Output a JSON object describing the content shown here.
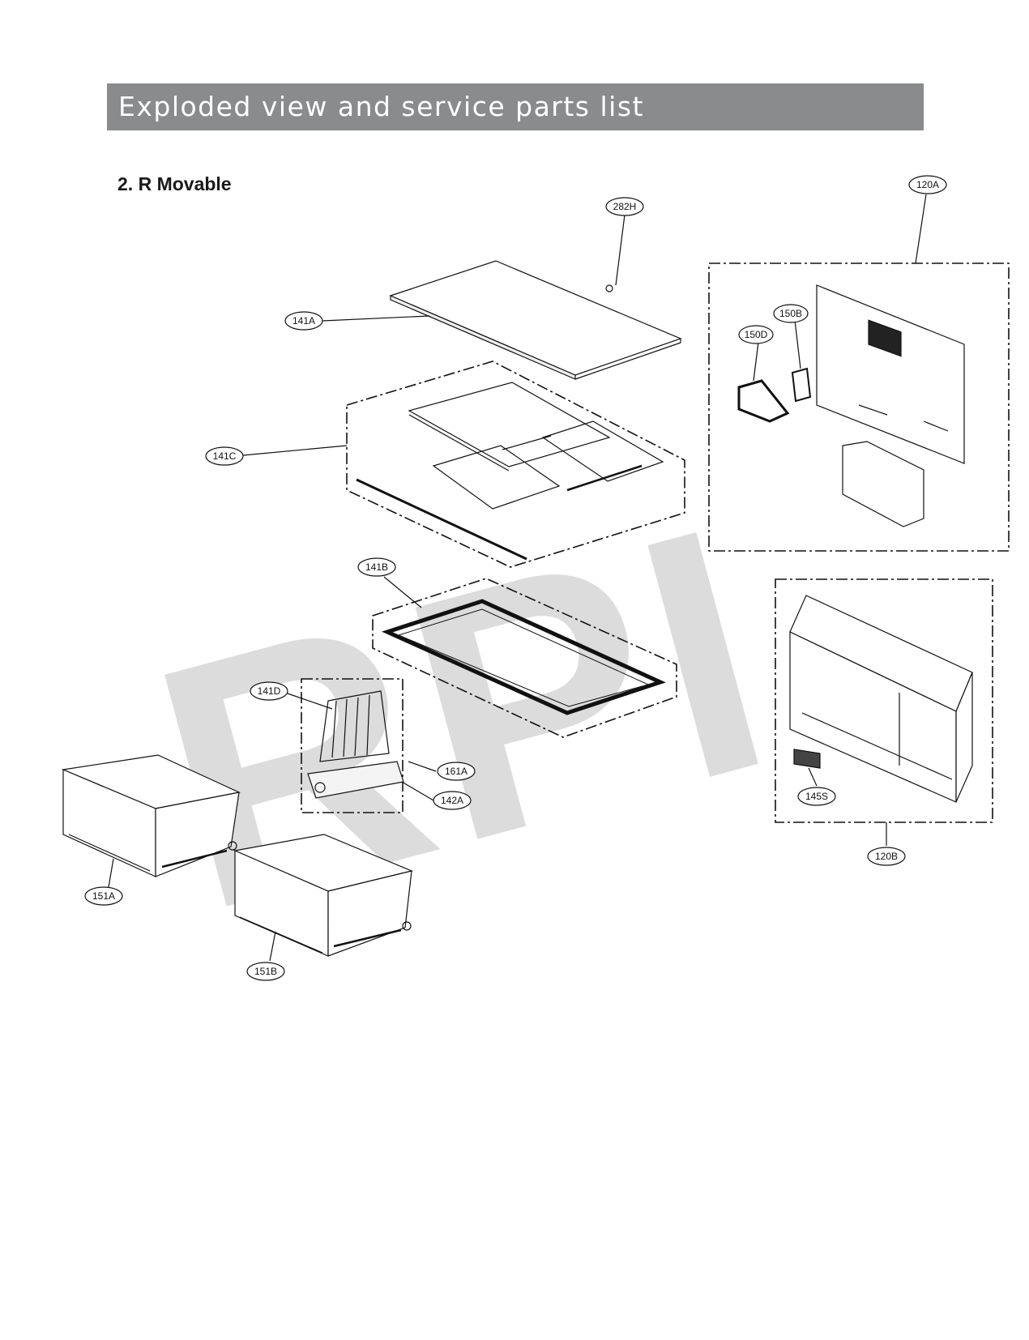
{
  "header": {
    "title": "Exploded view and service parts list"
  },
  "section": {
    "title": "2. R  Movable"
  },
  "watermark": {
    "text": "RPI",
    "color": "#dcdcdc"
  },
  "colors": {
    "header_bg": "#8a8b8d",
    "line": "#111111"
  },
  "parts": {
    "p282H": "282H",
    "p141A": "141A",
    "p141C": "141C",
    "p141B": "141B",
    "p141D": "141D",
    "p161A": "161A",
    "p142A": "142A",
    "p151A": "151A",
    "p151B": "151B",
    "p120A": "120A",
    "p150B": "150B",
    "p150D": "150D",
    "p120B": "120B",
    "p145S": "145S"
  }
}
